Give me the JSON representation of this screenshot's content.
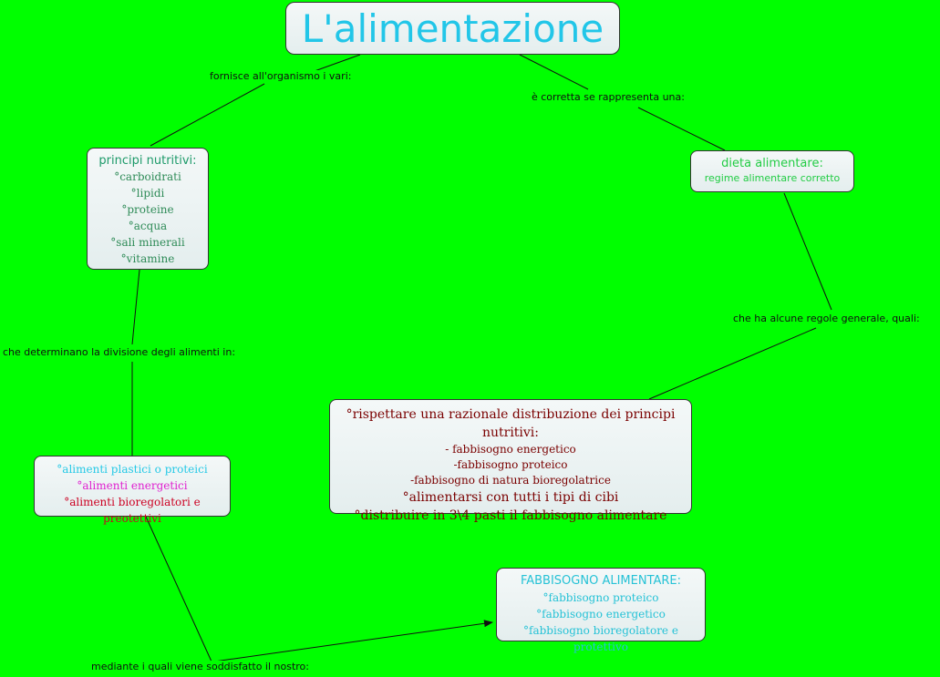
{
  "title": "L'alimentazione",
  "nodes": {
    "principi": {
      "heading": "principi nutritivi:",
      "items": [
        "°carboidrati",
        "°lipidi",
        "°proteine",
        "°acqua",
        "°sali minerali",
        "°vitamine"
      ]
    },
    "dieta": {
      "heading": "dieta alimentare:",
      "sub": "regime alimentare corretto"
    },
    "alimenti": {
      "items": [
        "°alimenti plastici o proteici",
        "°alimenti energetici",
        "°alimenti bioregolatori e preotettivi"
      ]
    },
    "regole": {
      "lines": [
        "°rispettare una razionale distribuzione dei principi nutritivi:",
        "- fabbisogno energetico",
        "-fabbisogno proteico",
        "-fabbisogno di natura bioregolatrice",
        "°alimentarsi con tutti i tipi di cibi",
        "°distribuire in 3\\4 pasti il fabbisogno alimentare"
      ]
    },
    "fabbisogno": {
      "heading": "FABBISOGNO ALIMENTARE:",
      "items": [
        "°fabbisogno proteico",
        "°fabbisogno energetico",
        "°fabbisogno bioregolatore e protettivo"
      ]
    }
  },
  "links": {
    "fornisce": "fornisce all'organismo i vari:",
    "corretta": "è corretta se rappresenta una:",
    "regole": "che ha alcune regole generale, quali:",
    "determinano": "che determinano la divisione degli alimenti in:",
    "mediante": "mediante i quali viene soddisfatto il nostro:"
  },
  "colors": {
    "background": "#00ff00",
    "title": "#22c6e8",
    "principi_heading": "#1e9a6a",
    "principi_items": "#2e8b57",
    "dieta": "#22cc44",
    "alimenti_1": "#26c9e6",
    "alimenti_2": "#e020d0",
    "alimenti_3": "#cc0022",
    "regole": "#7a0000",
    "fabbisogno": "#26c2d6"
  }
}
